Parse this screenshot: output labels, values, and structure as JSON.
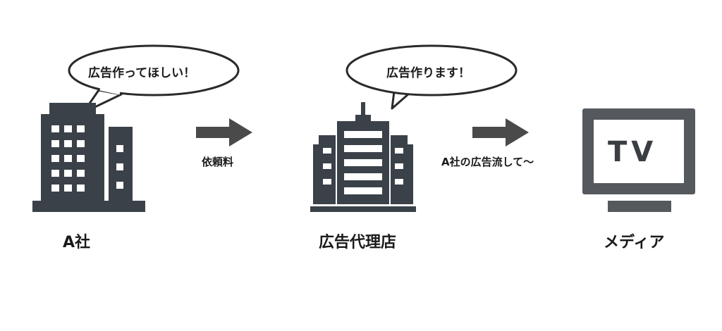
{
  "nodes": {
    "company": {
      "label": "A社",
      "bubble": "広告作ってほしい！"
    },
    "agency": {
      "label": "広告代理店",
      "bubble": "広告作ります！"
    },
    "media": {
      "label": "メディア",
      "tv_text": "TV"
    }
  },
  "arrows": {
    "company_to_agency": {
      "label": "依頼料"
    },
    "agency_to_media": {
      "label": "A社の広告流して～"
    }
  },
  "colors": {
    "building": "#3a4149",
    "tv": "#55595e",
    "arrow": "#4a4a4a",
    "outline": "#2a2a2a"
  }
}
